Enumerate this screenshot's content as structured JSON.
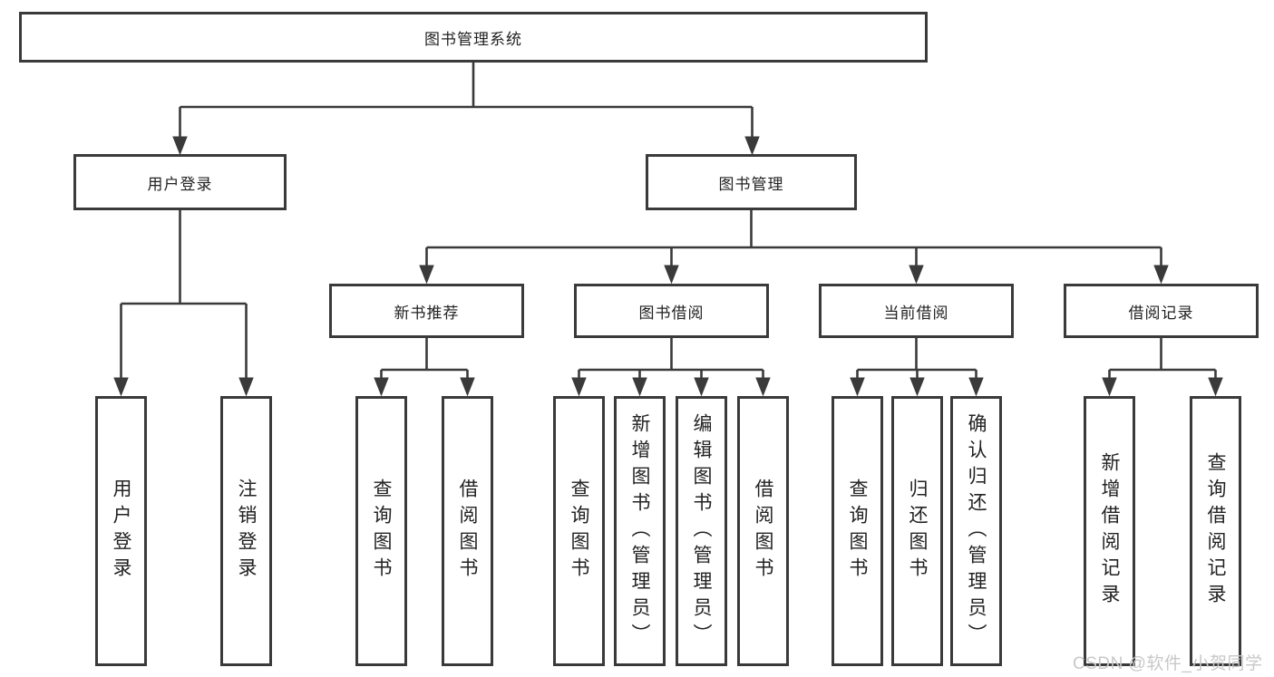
{
  "diagram": {
    "title": "图书管理系统",
    "nodes": {
      "root": {
        "label": "图书管理系统"
      },
      "user_login": {
        "label": "用户登录"
      },
      "book_mgmt": {
        "label": "图书管理"
      },
      "new_book_rec": {
        "label": "新书推荐"
      },
      "book_borrow": {
        "label": "图书借阅"
      },
      "current_borrow": {
        "label": "当前借阅"
      },
      "borrow_records": {
        "label": "借阅记录"
      },
      "leaf_user_login": {
        "label": "用户登录"
      },
      "leaf_logout": {
        "label": "注销登录"
      },
      "nbr_query_book": {
        "label": "查询图书"
      },
      "nbr_borrow_book": {
        "label": "借阅图书"
      },
      "bb_query_book": {
        "label": "查询图书"
      },
      "bb_add_book": {
        "label": "新增图书（管理员）"
      },
      "bb_edit_book": {
        "label": "编辑图书（管理员）"
      },
      "bb_borrow_book": {
        "label": "借阅图书"
      },
      "cb_query_book": {
        "label": "查询图书"
      },
      "cb_return_book": {
        "label": "归还图书"
      },
      "cb_confirm_return": {
        "label": "确认归还（管理员）"
      },
      "br_add_record": {
        "label": "新增借阅记录"
      },
      "br_query_record": {
        "label": "查询借阅记录"
      }
    },
    "hierarchy": {
      "图书管理系统": {
        "用户登录": [
          "用户登录",
          "注销登录"
        ],
        "图书管理": {
          "新书推荐": [
            "查询图书",
            "借阅图书"
          ],
          "图书借阅": [
            "查询图书",
            "新增图书（管理员）",
            "编辑图书（管理员）",
            "借阅图书"
          ],
          "当前借阅": [
            "查询图书",
            "归还图书",
            "确认归还（管理员）"
          ],
          "借阅记录": [
            "新增借阅记录",
            "查询借阅记录"
          ]
        }
      }
    }
  },
  "watermark": {
    "text": "CSDN @软件_小贺同学",
    "color": "#c8c8c8"
  },
  "colors": {
    "line": "#3a3a3a",
    "box_border": "#3a3a3a",
    "box_fill": "#ffffff",
    "text": "#222222",
    "background": "#ffffff"
  }
}
